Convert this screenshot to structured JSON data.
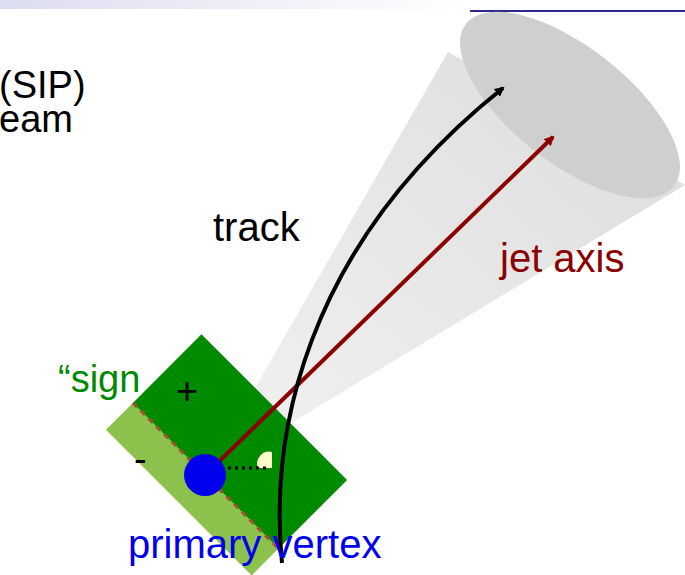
{
  "diagram": {
    "labels": [
      "(SIP)",
      "eam",
      "track",
      "jet axis",
      "“sign",
      "+",
      "-",
      "primary vertex"
    ]
  }
}
